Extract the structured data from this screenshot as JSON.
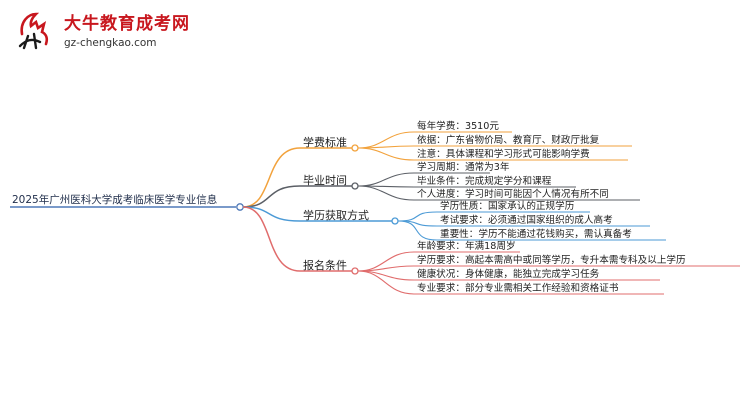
{
  "logo": {
    "title": "大牛教育成考网",
    "url": "gz-chengkao.com"
  },
  "root": "2025年广州医科大学成考临床医学专业信息",
  "branches": [
    {
      "label": "学费标准",
      "color": "#f2a23c",
      "items": [
        "每年学费：3510元",
        "依据：广东省物价局、教育厅、财政厅批复",
        "注意：具体课程和学习形式可能影响学费"
      ]
    },
    {
      "label": "毕业时间",
      "color": "#5b5f66",
      "items": [
        "学习周期：通常为3年",
        "毕业条件：完成规定学分和课程",
        "个人进度：学习时间可能因个人情况有所不同"
      ]
    },
    {
      "label": "学历获取方式",
      "color": "#4b9ad6",
      "items": [
        "学历性质：国家承认的正规学历",
        "考试要求：必须通过国家组织的成人高考",
        "重要性：学历不能通过花钱购买，需认真备考"
      ]
    },
    {
      "label": "报名条件",
      "color": "#e06c6c",
      "items": [
        "年龄要求：年满18周岁",
        "学历要求：高起本需高中或同等学历，专升本需专科及以上学历",
        "健康状况：身体健康，能独立完成学习任务",
        "专业要求：部分专业需相关工作经验和资格证书"
      ]
    }
  ]
}
